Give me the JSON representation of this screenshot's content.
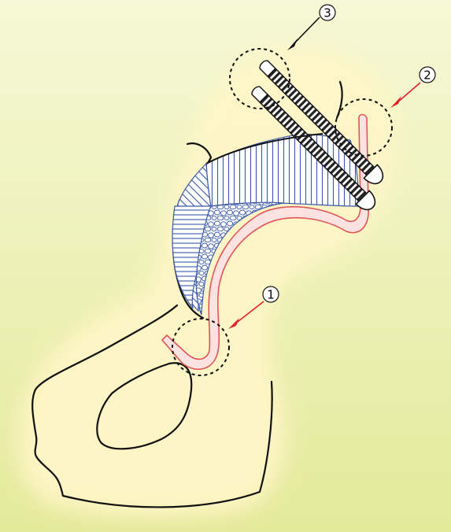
{
  "diagram": {
    "callouts": [
      {
        "number": "1",
        "label": "①",
        "arrow_color": "red"
      },
      {
        "number": "2",
        "label": "②",
        "arrow_color": "red"
      },
      {
        "number": "3",
        "label": "③",
        "arrow_color": "black"
      }
    ]
  },
  "colors": {
    "background_top": "#f6f8d6",
    "background_bottom": "#e4e99a",
    "glow": "#fff6c8",
    "cage_line": "#e05555",
    "cage_fill": "#fde2e2",
    "hatch_blue": "#3a5aa8",
    "screw_thread": "#222222",
    "callout_red": "#e0202a",
    "outline": "#111111"
  }
}
